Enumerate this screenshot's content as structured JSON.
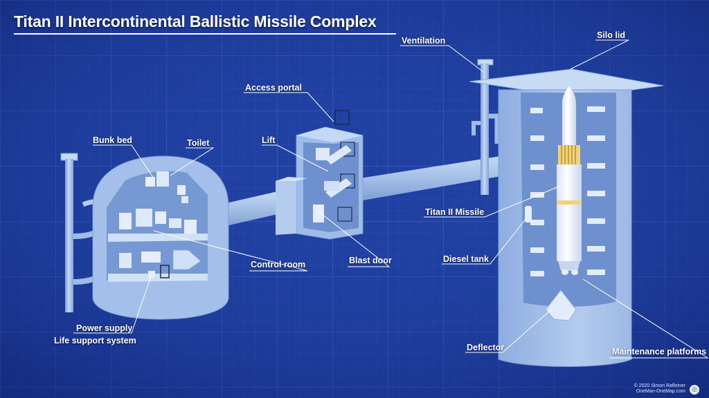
{
  "title": "Titan II Intercontinental Ballistic Missile Complex",
  "labels": {
    "ventilation": "Ventilation",
    "silo_lid": "Silo lid",
    "access_portal": "Access portal",
    "lift": "Lift",
    "bunk_bed": "Bunk bed",
    "toilet": "Toilet",
    "titan_missile": "Titan II Missile",
    "diesel_tank": "Diesel tank",
    "blast_door": "Blast door",
    "control_room": "Control room",
    "power_supply": "Power supply",
    "life_support": "Life support system",
    "deflector": "Deflector",
    "maintenance_platforms": "Maintenance platforms"
  },
  "credit": {
    "line1": "© 2020 Simon Rafleiner",
    "line2": "OneMan-OneMap.com",
    "icon": "globe-icon"
  },
  "colors": {
    "background": "#1f3fa0",
    "structure": "#a9c4ea",
    "structure_shade": "#7fa0d6",
    "label": "#ffffff"
  }
}
